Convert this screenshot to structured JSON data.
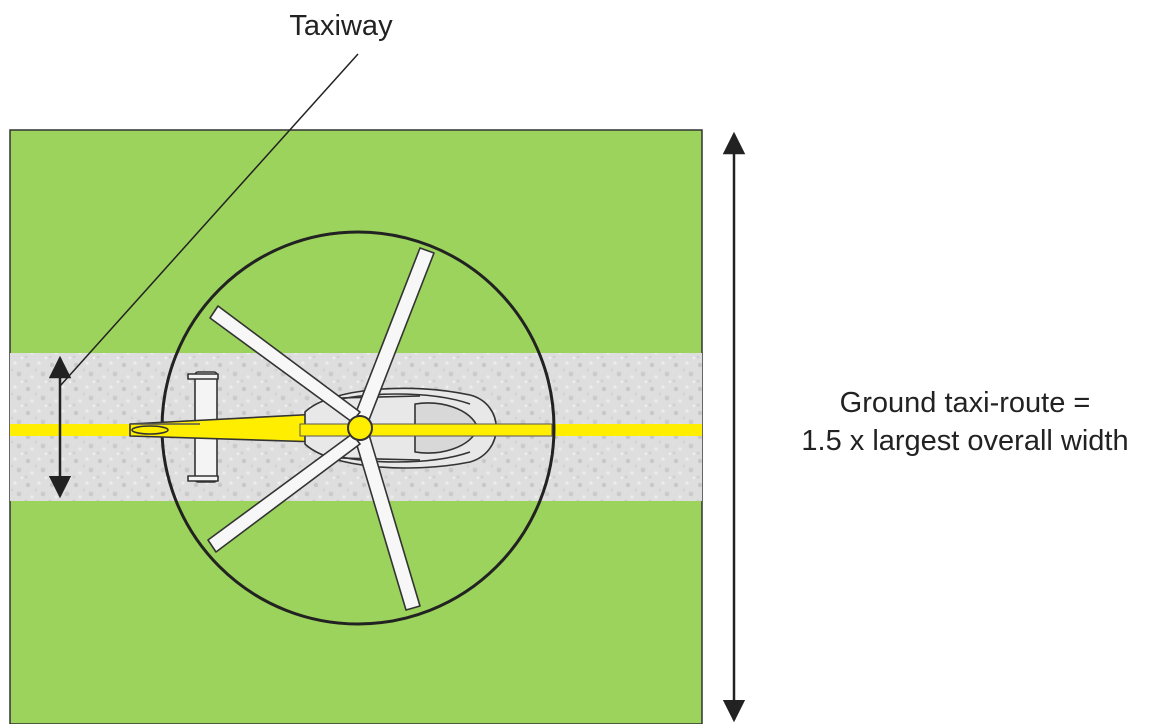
{
  "labels": {
    "taxiway": "Taxiway",
    "route_line1": "Ground taxi-route =",
    "route_line2": "1.5 x largest overall width"
  },
  "colors": {
    "ground_area": "#9bd35c",
    "taxiway_surface": "#dcdcdc",
    "centerline": "#ffee00",
    "outline": "#222222"
  },
  "icons": {
    "aircraft": "helicopter-top-view-icon"
  }
}
